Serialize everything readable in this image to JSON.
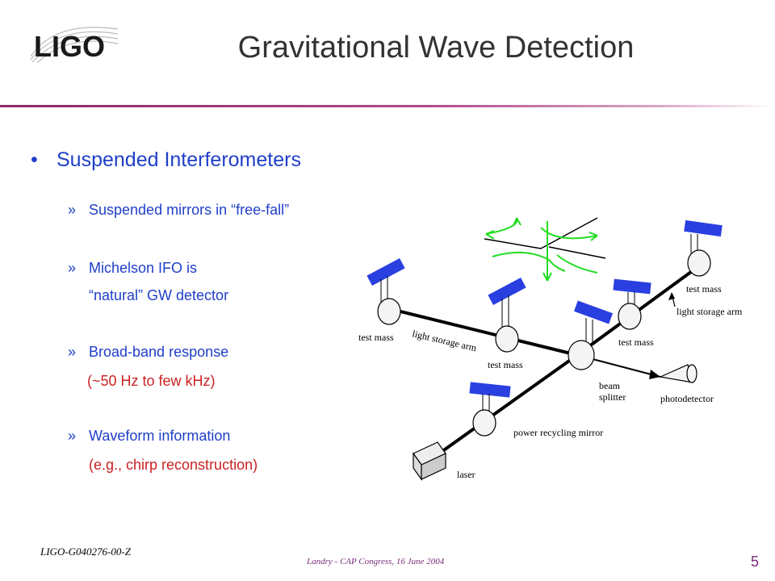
{
  "header": {
    "logo_text": "LIGO",
    "title": "Gravitational Wave Detection"
  },
  "content": {
    "main_bullet": "Suspended Interferometers",
    "bullet_glyph": "•",
    "sub_glyph": "»",
    "items": [
      {
        "text": "Suspended mirrors in “free-fall”"
      },
      {
        "text": "Michelson IFO is",
        "cont": "“natural” GW detector"
      },
      {
        "text": "Broad-band response",
        "cont": "(~50 Hz to few kHz)"
      },
      {
        "text": "Waveform information",
        "cont": "(e.g., chirp reconstruction)"
      }
    ]
  },
  "diagram": {
    "labels": {
      "test_mass_left": "test mass",
      "test_mass_mid": "test mass",
      "test_mass_right": "test mass",
      "test_mass_top": "test mass",
      "arm_left": "light storage arm",
      "arm_right": "light storage arm",
      "beam_splitter_1": "beam",
      "beam_splitter_2": "splitter",
      "photodetector": "photodetector",
      "recycling": "power recycling mirror",
      "laser": "laser"
    },
    "colors": {
      "mirror": "#2a3fe0",
      "wave": "#22dd22",
      "beam": "#000000"
    }
  },
  "footer": {
    "doc_id": "LIGO-G040276-00-Z",
    "center": "Landry - CAP Congress, 16 June 2004",
    "page": "5"
  },
  "theme": {
    "accent_text": "#1f3fc8",
    "highlight_text": "#cc2222",
    "rule": "#8a2a6a"
  }
}
